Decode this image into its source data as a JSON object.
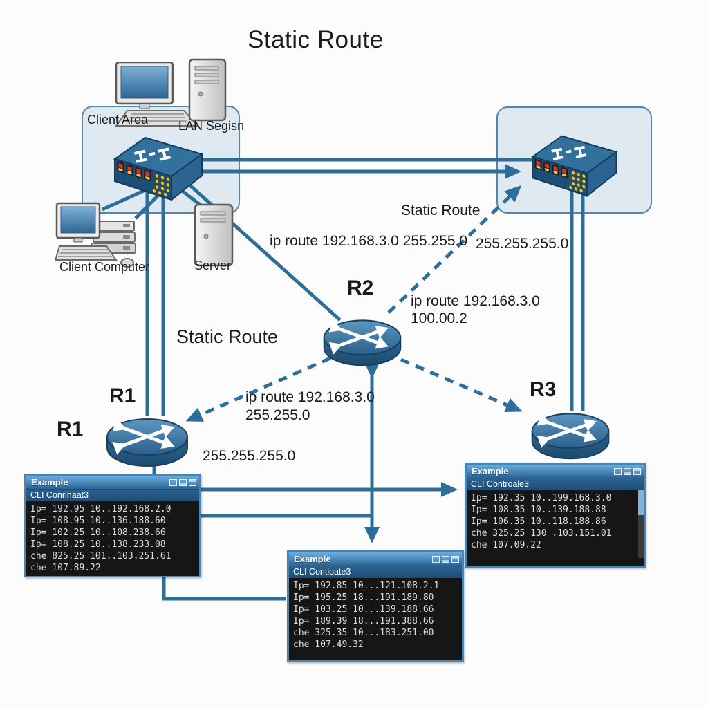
{
  "title": "Static Route",
  "labels": {
    "client_area": "Client Area",
    "lan_segment": "LAN Segisn",
    "client_computer": "Client Computer",
    "server": "Server",
    "r1_top": "R1",
    "r1_left": "R1",
    "r2": "R2",
    "r3": "R3"
  },
  "annotations": {
    "static_route_left": "Static Route",
    "static_route_right": "Static Route",
    "ip_route_top": "ip route 192.168.3.0 255.255.0",
    "mask_top_right": "255.255.255.0",
    "ip_route_r2_l1": "ip route 192.168.3.0",
    "ip_route_r2_l2": "100.00.2",
    "ip_route_mid_l1": "ip route 192.168.3.0",
    "ip_route_mid_l2": "255.255.0",
    "mask_r1": "255.255.255.0"
  },
  "terminals": {
    "left": {
      "title": "Example",
      "subtitle": "CLI Conrlnaat3",
      "lines": [
        "Ip= 192.95 10..192.168.2.0",
        "Ip= 108.95 10..136.188.60",
        "Ip= 102.25 10..108.238.66",
        "Ip= 108.25 10..138.233.08",
        "che 825.25 101..103.251.61",
        "che 107.89.22"
      ]
    },
    "middle": {
      "title": "Example",
      "subtitle": "CLI Contioate3",
      "lines": [
        "Ip= 192.85 10...121.108.2.1",
        "Ip= 195.25 18...191.189.80",
        "Ip= 103.25 10...139.188.66",
        "Ip= 189.39 18...191.388.66",
        "che 325.35 10...183.251.00",
        "che 107.49.32"
      ]
    },
    "right": {
      "title": "Example",
      "subtitle": "CLI Controale3",
      "lines": [
        "Ip= 192.35 10..199.168.3.0",
        "Ip= 108.35 10..139.188.88",
        "Ip= 106.35 10..118.188.86",
        "che 325.25 130 .103.151.01",
        "che 107.09.22"
      ]
    }
  },
  "icons": {
    "router": "cylinder with crossed white arrows",
    "switch": "3d box with I-beam glyphs and port leds",
    "desktop_computer": "monitor with keyboard",
    "client_computer": "monitor, drive stack, keyboard, mouse",
    "server_tower": "vertical tower case",
    "window_minimize": "empty square",
    "window_restore": "square with bottom bar",
    "window_close": "square with top bar",
    "scrollbar": "vertical scrollbar thumb"
  },
  "colors": {
    "link": "#2d6e99",
    "area_fill": "#dde8f2",
    "area_border": "#4e7fa8",
    "router_fill": "#35709c",
    "switch_top": "#31719c",
    "switch_front": "#1e4e75",
    "led_red": "#c03a32",
    "led_yellow": "#e9c83d",
    "terminal_title": "#3f7fb0",
    "terminal_body": "#161616"
  }
}
